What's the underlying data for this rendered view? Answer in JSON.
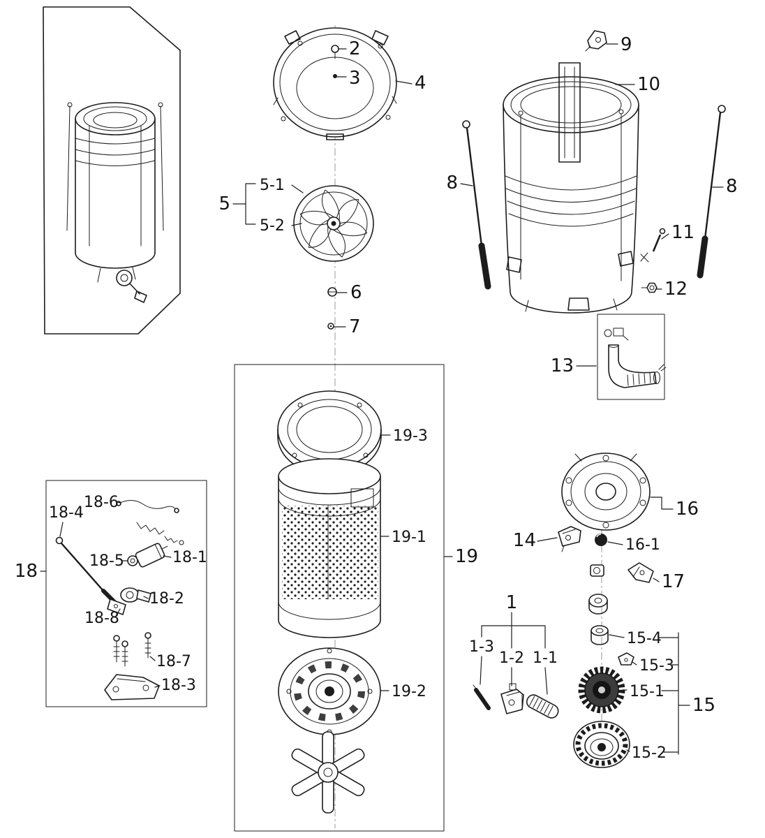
{
  "figure": {
    "callouts": {
      "c1": "1",
      "c1_1": "1-1",
      "c1_2": "1-2",
      "c1_3": "1-3",
      "c2": "2",
      "c3": "3",
      "c4": "4",
      "c5": "5",
      "c5_1": "5-1",
      "c5_2": "5-2",
      "c6": "6",
      "c7": "7",
      "c8": "8",
      "c9": "9",
      "c10": "10",
      "c11": "11",
      "c12": "12",
      "c13": "13",
      "c14": "14",
      "c15": "15",
      "c15_1": "15-1",
      "c15_2": "15-2",
      "c15_3": "15-3",
      "c15_4": "15-4",
      "c16": "16",
      "c16_1": "16-1",
      "c17": "17",
      "c18": "18",
      "c18_1": "18-1",
      "c18_2": "18-2",
      "c18_3": "18-3",
      "c18_4": "18-4",
      "c18_5": "18-5",
      "c18_6": "18-6",
      "c18_7": "18-7",
      "c18_8": "18-8",
      "c19": "19",
      "c19_1": "19-1",
      "c19_2": "19-2",
      "c19_3": "19-3"
    },
    "colors": {
      "line": "#1c1c1c",
      "background": "#ffffff"
    }
  }
}
